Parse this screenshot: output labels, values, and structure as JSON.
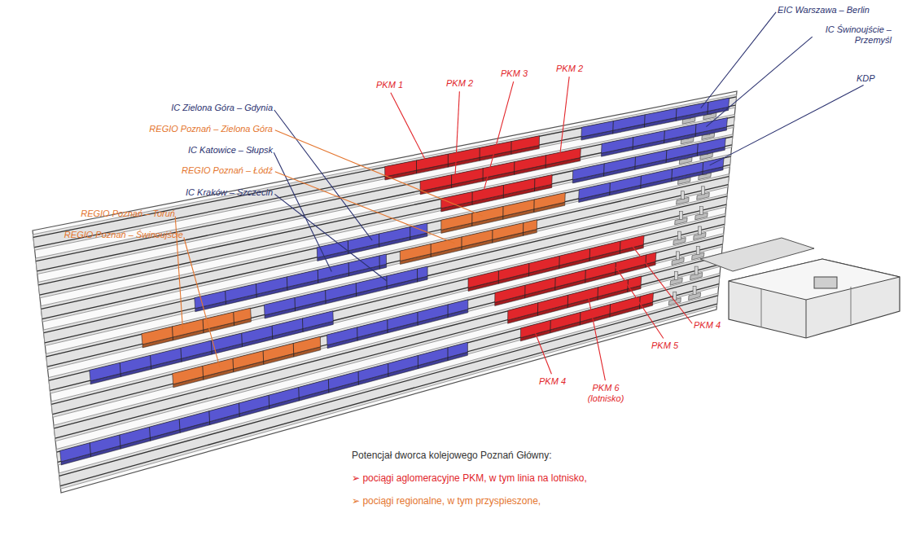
{
  "diagram": {
    "caption": "Potencjał dworca kolejowego Poznań Główny:",
    "labels": [
      "PKM 1",
      "PKM 2",
      "PKM 3",
      "PKM 2",
      "EIC Warszawa – Berlin",
      "IC Świnoujście – Przemyśl",
      "KDP",
      "IC Zielona Góra – Gdynia",
      "REGIO Poznań – Zielona Góra",
      "IC Katowice – Słupsk",
      "REGIO Poznań – Łódź",
      "IC Kraków – Szczecin",
      "REGIO Poznań – Toruń",
      "REGIO Poznań – Świnoujście",
      "PKM 4",
      "PKM 5",
      "PKM 4",
      "PKM 6 (lotnisko)",
      "➢ pociągi aglomeracyjne PKM, w tym linia na lotnisko,",
      "➢ pociągi regionalne, w tym przyspieszone,"
    ]
  }
}
